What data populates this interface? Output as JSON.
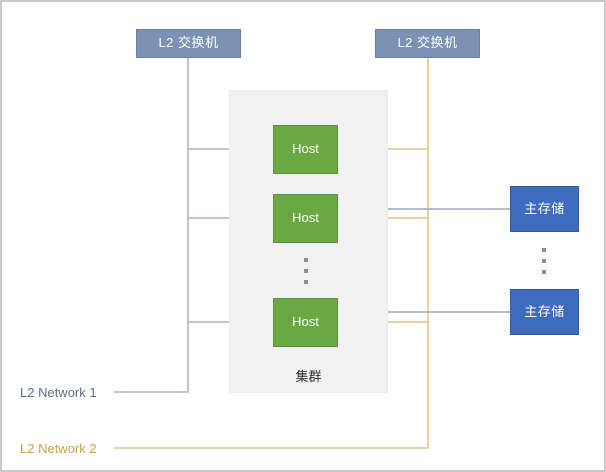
{
  "diagram": {
    "title": "L2 network and storage topology",
    "background": "#ffffff",
    "border_color": "#c9c9c9",
    "colors": {
      "switch_fill": "#7b92b5",
      "host_fill": "#6aa843",
      "storage_fill": "#3f6bbf",
      "cluster_fill": "#f1f1f1",
      "net1_line": "#a8b4c4",
      "net2_line": "#ddc48a",
      "ellipsis_dot": "#8c8c8c"
    }
  },
  "switches": [
    {
      "label": "L2 交换机",
      "name": "switch-left"
    },
    {
      "label": "L2 交换机",
      "name": "switch-right"
    }
  ],
  "cluster": {
    "caption": "集群",
    "hosts": [
      {
        "label": "Host"
      },
      {
        "label": "Host"
      },
      {
        "label": "Host"
      }
    ],
    "ellipsis": "⋮"
  },
  "storages": [
    {
      "label": "主存储"
    },
    {
      "label": "主存储"
    }
  ],
  "storage_ellipsis": "⋮",
  "networks": [
    {
      "label": "L2 Network 1",
      "color": "#5b6f8e"
    },
    {
      "label": "L2 Network 2",
      "color": "#c8a245"
    }
  ]
}
